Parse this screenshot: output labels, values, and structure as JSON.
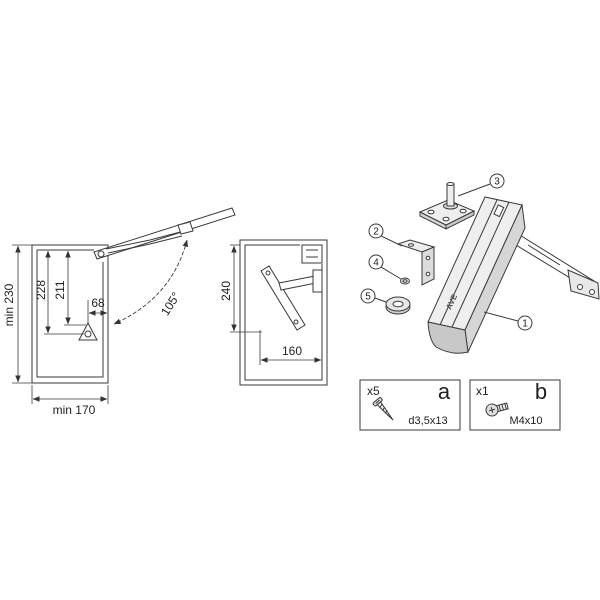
{
  "side_view": {
    "height_min": "min 230",
    "dim_228": "228",
    "dim_211": "211",
    "dim_68": "68",
    "angle": "105°",
    "width_min": "min 170"
  },
  "mount_view": {
    "height": "240",
    "width": "160"
  },
  "exploded_view": {
    "callouts": [
      "1",
      "2",
      "3",
      "4",
      "5"
    ],
    "brand": "AVE"
  },
  "hardware": [
    {
      "qty": "x5",
      "letter": "a",
      "size": "d3,5x13"
    },
    {
      "qty": "x1",
      "letter": "b",
      "size": "M4x10"
    }
  ],
  "colors": {
    "line": "#3a3a3a",
    "background": "#ffffff",
    "part_fill": "#e8e8e8"
  }
}
